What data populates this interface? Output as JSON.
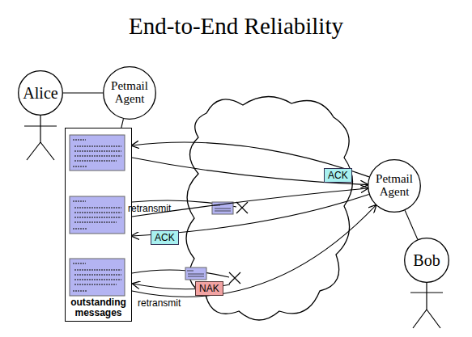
{
  "diagram": {
    "title": "End-to-End Reliability",
    "nodes": [
      {
        "text": [
          "Alice"
        ]
      },
      {
        "text": [
          "Petmail Agent"
        ]
      },
      {
        "text": [
          "outstanding messages"
        ]
      },
      {
        "text": [
          "Petmail Agent"
        ]
      },
      {
        "text": [
          "Bob"
        ]
      }
    ],
    "edges": [
      {
        "from": 0,
        "to": 1,
        "arrow": "none"
      },
      {
        "from": 1,
        "to": 2,
        "arrow": "none"
      },
      {
        "from": 2,
        "to": 3,
        "arrow": "to"
      },
      {
        "from": 3,
        "to": 2,
        "label": "ACK",
        "arrow": "to"
      },
      {
        "from": 2,
        "to": 3,
        "label": "retransmit",
        "arrow": "to"
      },
      {
        "from": 3,
        "to": 2,
        "label": "ACK",
        "arrow": "to"
      },
      {
        "from": 2,
        "to": 3,
        "label": "retransmit",
        "arrow": "to"
      },
      {
        "from": 3,
        "to": 4,
        "arrow": "none"
      }
    ],
    "labels": [
      "NAK"
    ]
  }
}
